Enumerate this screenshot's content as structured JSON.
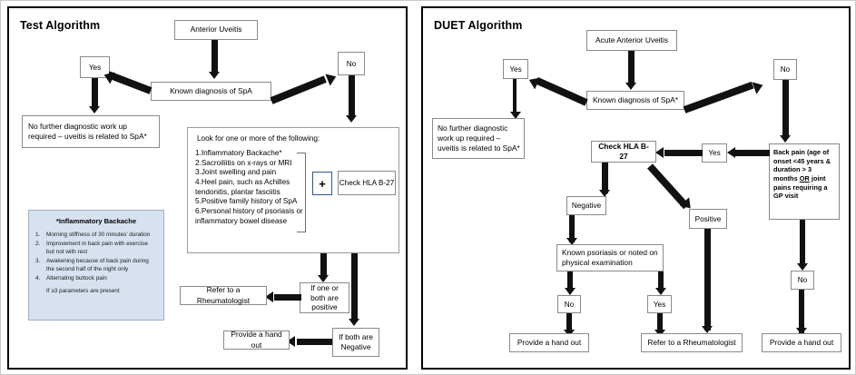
{
  "left_panel": {
    "title": "Test Algorithm",
    "nodes": {
      "start": "Anterior Uveitis",
      "decision": "Known diagnosis of SpA",
      "yes": "Yes",
      "no": "No",
      "no_further": "No further diagnostic work up required – uveitis is related to SpA*",
      "criteria_header": "Look for  one or more of the following:",
      "criteria": [
        "1.Inflammatory Backache*",
        "2.Sacroiliitis on x-rays or MRI",
        "3.Joint swelling and pain",
        "4.Heel pain, such as Achilles",
        "tendonitis, plantar fasciitis",
        "5.Positive family history of SpA",
        "6.Personal history of psoriasis or",
        "inflammatory bowel disease"
      ],
      "plus": "+",
      "check_hla": "Check HLA  B-27",
      "one_or_both_positive": "If one or both are positive",
      "both_negative": "If both are Negative",
      "refer": "Refer to a Rheumatologist",
      "handout": "Provide a hand out"
    },
    "legend": {
      "title": "*Inflammatory Backache",
      "items": [
        {
          "num": "1.",
          "text": "Morning stiffness of 30 minutes’ duration"
        },
        {
          "num": "2.",
          "text": "Improvement in back pain with exercise but not with rest"
        },
        {
          "num": "3.",
          "text": "Awakening because of back pain during the second half of the night only"
        },
        {
          "num": "4.",
          "text": "Alternating buttock pain"
        }
      ],
      "footnote": "If ≥3 parameters are present",
      "background": "#d7e1ef"
    }
  },
  "right_panel": {
    "title": "DUET Algorithm",
    "nodes": {
      "start": "Acute  Anterior Uveitis",
      "decision": "Known diagnosis of SpA*",
      "yes_top": "Yes",
      "no_top": "No",
      "no_further": "No further diagnostic work up required – uveitis is related to SpA*",
      "back_pain": "Back pain (age of onset <45 years & duration > 3 months OR  joint pains requiring a GP visit",
      "back_pain_underline": "OR",
      "yes_mid": "Yes",
      "check_hla": "Check HLA  B-27",
      "negative": "Negative",
      "positive": "Positive",
      "psoriasis": "Known psoriasis or noted on physical examination",
      "no_psoriasis": "No",
      "yes_psoriasis": "Yes",
      "no_backpain": "No",
      "handout_left": "Provide a hand out",
      "refer": "Refer to a Rheumatologist",
      "handout_right": "Provide a hand out"
    }
  },
  "colors": {
    "panel_border": "#000000",
    "box_border": "#8a8a8a",
    "arrow": "#111111",
    "legend_fill": "#d7e1ef",
    "plus_border": "#2f5496"
  }
}
